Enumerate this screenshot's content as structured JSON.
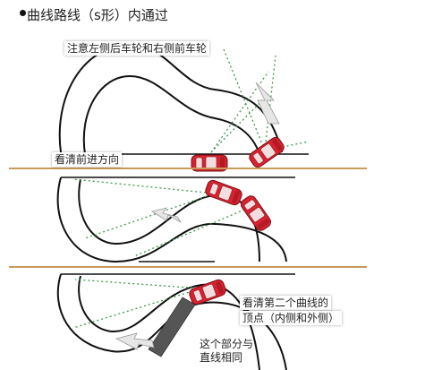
{
  "title": "曲线路线（s形）内通过",
  "labels": {
    "tip": "注意左侧后车轮和右侧前车轮",
    "look_ahead": "看清前进方向",
    "apex_line1": "看清第二个曲线的",
    "apex_line2": "顶点（内侧和外侧）",
    "straight_line1": "这个部分与",
    "straight_line2": "直线相同"
  },
  "colors": {
    "background": "#ffffff",
    "road_edge": "#111111",
    "divider": "#c89a5a",
    "car_body": "#d8222f",
    "car_glass": "#f2dede",
    "sight_line": "#3c9a4a",
    "arrow_fill": "#e6e6e6",
    "straight_band": "#555555"
  },
  "icons": [
    "bullet-dot",
    "red-car",
    "direction-arrow"
  ]
}
